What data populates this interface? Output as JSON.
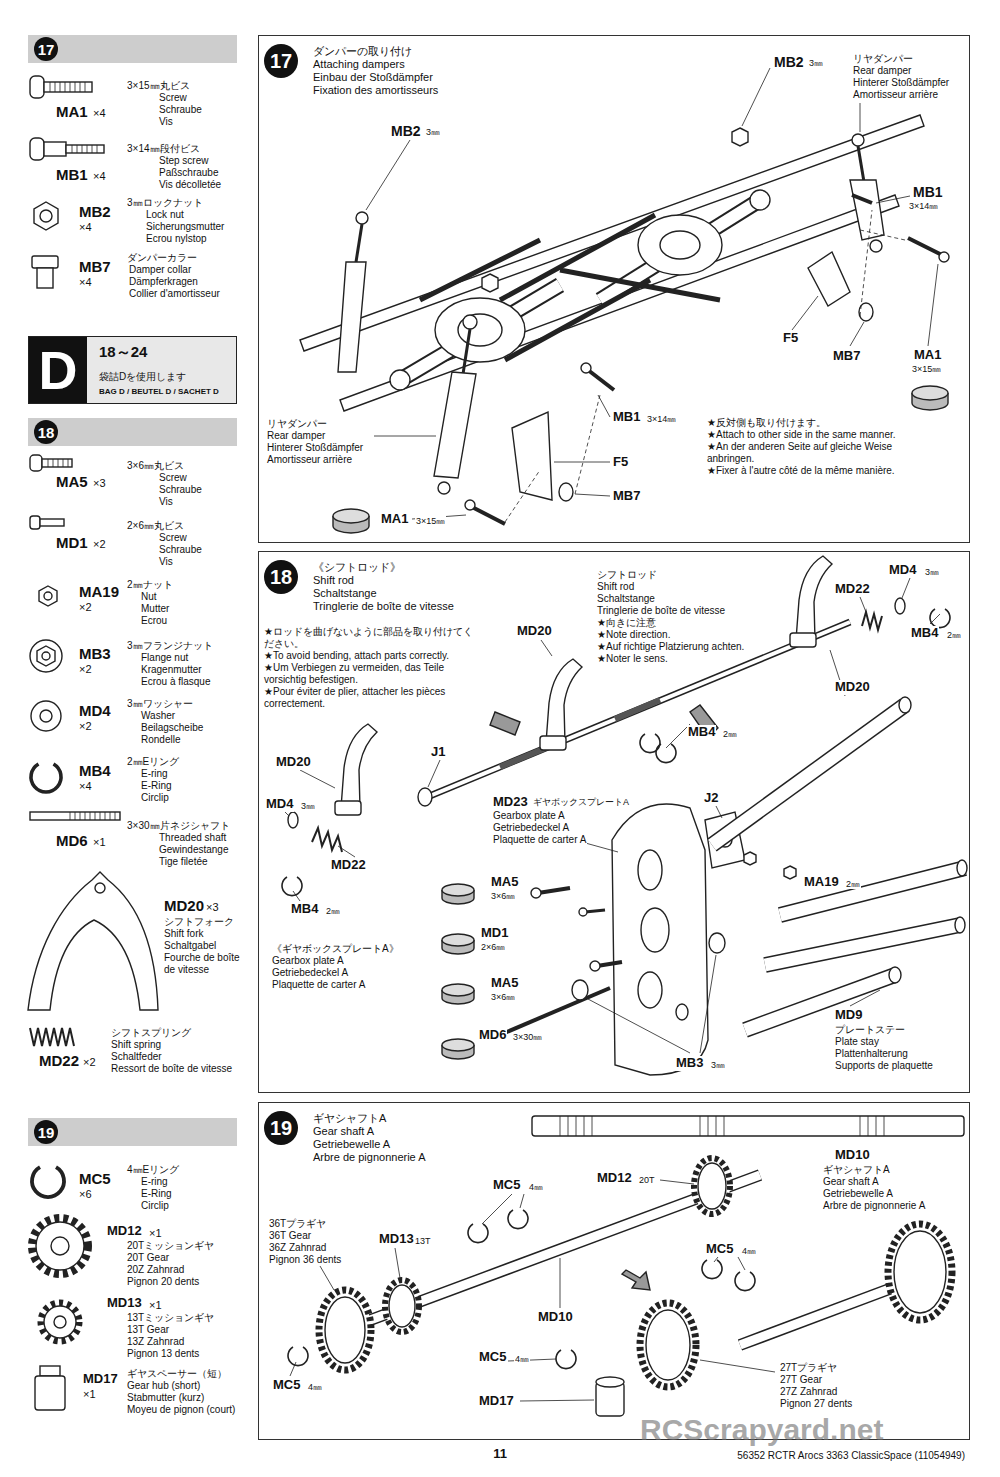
{
  "diagram": {
    "nodes": [
      {
        "text": [
          "17"
        ]
      },
      {
        "text": [
          "D",
          "18～24",
          "袋詰Dを使用します",
          "BAG D / BEUTEL D / SACHET D"
        ]
      },
      {
        "text": [
          "18"
        ]
      },
      {
        "text": [
          "19"
        ]
      },
      {
        "text": [
          "17",
          "ダンパーの取り付け",
          "Attaching dampers",
          "Einbau der Stoßdämpfer",
          "Fixation des amortisseurs"
        ]
      },
      {
        "text": [
          "18",
          "《シフトロッド》",
          "Shift rod",
          "Schaltstange",
          "Tringlerie de boîte de vitesse"
        ]
      },
      {
        "text": [
          "19",
          "ギヤシャフトA",
          "Gear shaft A",
          "Getriebewelle A",
          "Arbre de pignonnerie A"
        ]
      }
    ],
    "labels": [
      "MA1",
      "×4",
      "3×15㎜丸ビス",
      "Screw",
      "Schraube",
      "Vis",
      "MB1",
      "×4",
      "3×14㎜段付ビス",
      "Step screw",
      "Paßschraube",
      "Vis décolletée",
      "MB2",
      "×4",
      "3㎜ロックナット",
      "Lock nut",
      "Sicherungsmutter",
      "Ecrou nylstop",
      "MB7",
      "×4",
      "ダンパーカラー",
      "Damper collar",
      "Dämpferkragen",
      "Collier d'amortisseur",
      "MA5",
      "×3",
      "3×6㎜丸ビス",
      "Screw",
      "Schraube",
      "Vis",
      "MD1",
      "×2",
      "2×6㎜丸ビス",
      "Screw",
      "Schraube",
      "Vis",
      "MA19",
      "×2",
      "2㎜ナット",
      "Nut",
      "Mutter",
      "Ecrou",
      "MB3",
      "×2",
      "3㎜フランジナット",
      "Flange nut",
      "Kragenmutter",
      "Ecrou à flasque",
      "MD4",
      "×2",
      "3㎜ワッシャー",
      "Washer",
      "Beilagscheibe",
      "Rondelle",
      "MB4",
      "×4",
      "2㎜Eリング",
      "E-ring",
      "E-Ring",
      "Circlip",
      "MD6",
      "×1",
      "3×30㎜片ネジシャフト",
      "Threaded shaft",
      "Gewindestange",
      "Tige filetée",
      "MD20",
      "×3",
      "シフトフォーク",
      "Shift fork",
      "Schaltgabel",
      "Fourche de boîte de vitesse",
      "MD22",
      "×2",
      "シフトスプリング",
      "Shift spring",
      "Schaltfeder",
      "Ressort de boîte de vitesse",
      "MC5",
      "×6",
      "4㎜Eリング",
      "E-ring",
      "E-Ring",
      "Circlip",
      "MD12",
      "×1",
      "20Tミッションギヤ",
      "20T Gear",
      "20Z Zahnrad",
      "Pignon 20 dents",
      "MD13",
      "×1",
      "13Tミッションギヤ",
      "13T Gear",
      "13Z Zahnrad",
      "Pignon 13 dents",
      "MD17",
      "×1",
      "ギヤスペーサー（短）",
      "Gear hub (short)",
      "Stabmutter (kurz)",
      "Moyeu de pignon (court)",
      "MB2",
      "3㎜",
      "リヤダンパー",
      "Rear damper",
      "Hinterer Stoßdämpfer",
      "Amortisseur arrière",
      "MB2",
      "3㎜",
      "MB1",
      "3×14㎜",
      "F5",
      "MB7",
      "MA1",
      "3×15㎜",
      "MB1",
      "3×14㎜",
      "★反対側も取り付けます。",
      "★Attach to other side in the same manner.",
      "★An der anderen Seite auf gleiche Weise anbringen.",
      "★Fixer à l'autre côté de la même manière.",
      "リヤダンパー",
      "Rear damper",
      "Hinterer Stoßdämpfer",
      "Amortisseur arrière",
      "F5",
      "MB7",
      "MA1",
      "3×15㎜",
      "★ロッドを曲げないように部品を取り付けてください。",
      "★To avoid bending, attach parts correctly.",
      "★Um Verbiegen zu vermeiden, das Teile vorsichtig befestigen.",
      "★Pour éviter de plier, attacher les pièces correctement.",
      "シフトロッド",
      "Shift rod",
      "Schaltstange",
      "Tringlerie de boîte de vitesse",
      "★向きに注意",
      "★Note direction.",
      "★Auf richtige Platzierung achten.",
      "★Noter le sens.",
      "MD4",
      "3㎜",
      "MD22",
      "MB4",
      "2㎜",
      "MD20",
      "MD20",
      "MB4",
      "2㎜",
      "MD20",
      "J1",
      "MD4",
      "3㎜",
      "MD22",
      "MB4",
      "2㎜",
      "MD23",
      "ギヤボックスプレートA",
      "Gearbox plate A",
      "Getriebedeckel A",
      "Plaquette de carter A",
      "J2",
      "MA19",
      "2㎜",
      "MA5",
      "3×6㎜",
      "MD1",
      "2×6㎜",
      "MA5",
      "3×6㎜",
      "《ギヤボックスプレートA》",
      "Gearbox plate A",
      "Getriebedeckel A",
      "Plaquette de carter A",
      "MD6",
      "3×30㎜",
      "MB3",
      "3㎜",
      "MD9",
      "プレートステー",
      "Plate stay",
      "Plattenhalterung",
      "Supports de plaquette",
      "MD10",
      "ギヤシャフトA",
      "Gear shaft A",
      "Getriebewelle A",
      "Arbre de pignonnerie A",
      "MD12",
      "20T",
      "MC5",
      "4㎜",
      "36Tプラギヤ",
      "36T Gear",
      "36Z Zahnrad",
      "Pignon 36 dents",
      "MD13",
      "13T",
      "MC5",
      "4㎜",
      "MD10",
      "MC5",
      "4㎜",
      "MC5",
      "4㎜",
      "MD17",
      "27Tプラギヤ",
      "27T Gear",
      "27Z Zahnrad",
      "Pignon 27 dents",
      "11",
      "56352 RCTR Arocs 3363 ClassicSpace (11054949)",
      "RCScrapyard.net"
    ]
  }
}
